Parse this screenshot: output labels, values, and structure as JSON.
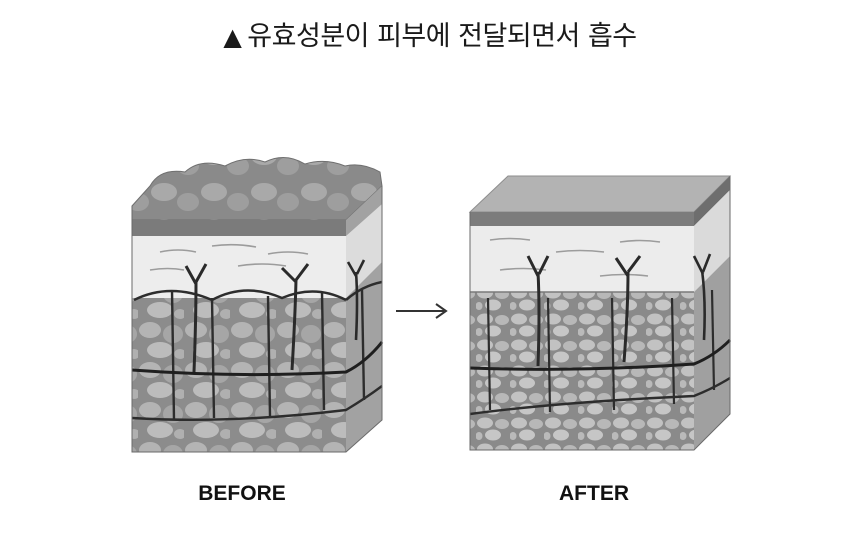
{
  "title": {
    "marker": "▲",
    "text": "유효성분이 피부에 전달되면서 흡수"
  },
  "arrow": "→",
  "panels": {
    "before": {
      "label": "BEFORE"
    },
    "after": {
      "label": "AFTER"
    }
  },
  "colors": {
    "ink": "#1a1a1a",
    "dark_gray": "#6e6e6e",
    "mid_gray": "#9a9a9a",
    "light_gray": "#bdbdbd",
    "pale": "#e6e6e6"
  }
}
